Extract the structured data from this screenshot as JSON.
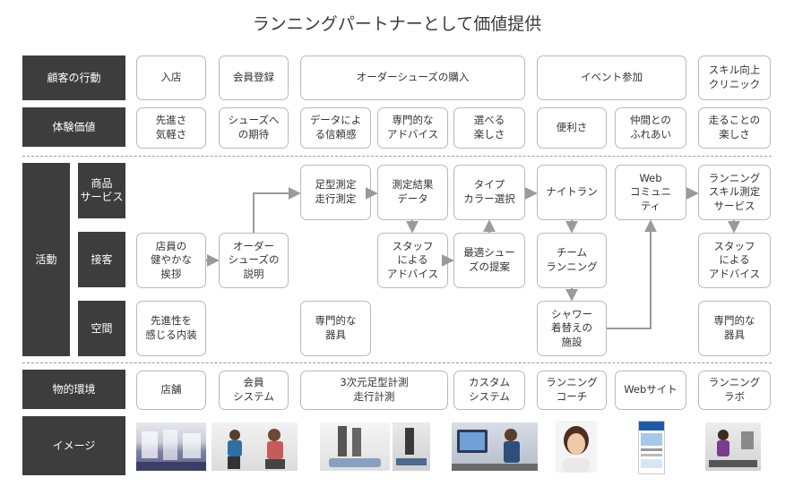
{
  "title": "ランニングパートナーとして価値提供",
  "labels": {
    "customer_action": "顧客の行動",
    "experience_value": "体験価値",
    "activity": "活動",
    "product_service": "商品\nサービス",
    "service_desk": "接客",
    "space": "空間",
    "physical_env": "物的環境",
    "image": "イメージ"
  },
  "customer_actions": [
    "入店",
    "会員登録",
    "オーダーシューズの購入",
    "イベント参加",
    "スキル向上\nクリニック"
  ],
  "experience_values": [
    "先進さ\n気軽さ",
    "シューズへ\nの期待",
    "データによ\nる信頼感",
    "専門的な\nアドバイス",
    "選べる\n楽しさ",
    "便利さ",
    "仲間との\nふれあい",
    "走ることの\n楽しさ"
  ],
  "activities": {
    "product": [
      "足型測定\n走行測定",
      "測定結果\nデータ",
      "タイプ\nカラー選択",
      "ナイトラン",
      "Web\nコミュニ\nティ",
      "ランニング\nスキル測定\nサービス"
    ],
    "service": [
      "店員の\n健やかな\n挨拶",
      "オーダー\nシューズの\n説明",
      "スタッフ\nによる\nアドバイス",
      "最適シュー\nズの提案",
      "チーム\nランニング",
      "スタッフ\nによる\nアドバイス"
    ],
    "space": [
      "先進性を\n感じる内装",
      "専門的な\n器具",
      "シャワー\n着替えの\n施設",
      "専門的な\n器具"
    ]
  },
  "physical_env": [
    "店舗",
    "会員\nシステム",
    "3次元足型計測\n走行計測",
    "カスタム\nシステム",
    "ランニング\nコーチ",
    "Webサイト",
    "ランニング\nラボ"
  ],
  "images": [
    "store-interior-photo",
    "shoe-fitting-photo",
    "foot-measurement-photo",
    "treadmill-photo",
    "custom-system-photo",
    "running-coach-portrait",
    "website-screenshot",
    "running-lab-photo"
  ],
  "colors": {
    "label_bg": "#3d3d3d",
    "box_border": "#b9b9b9",
    "arrow": "#9a9a9a"
  }
}
